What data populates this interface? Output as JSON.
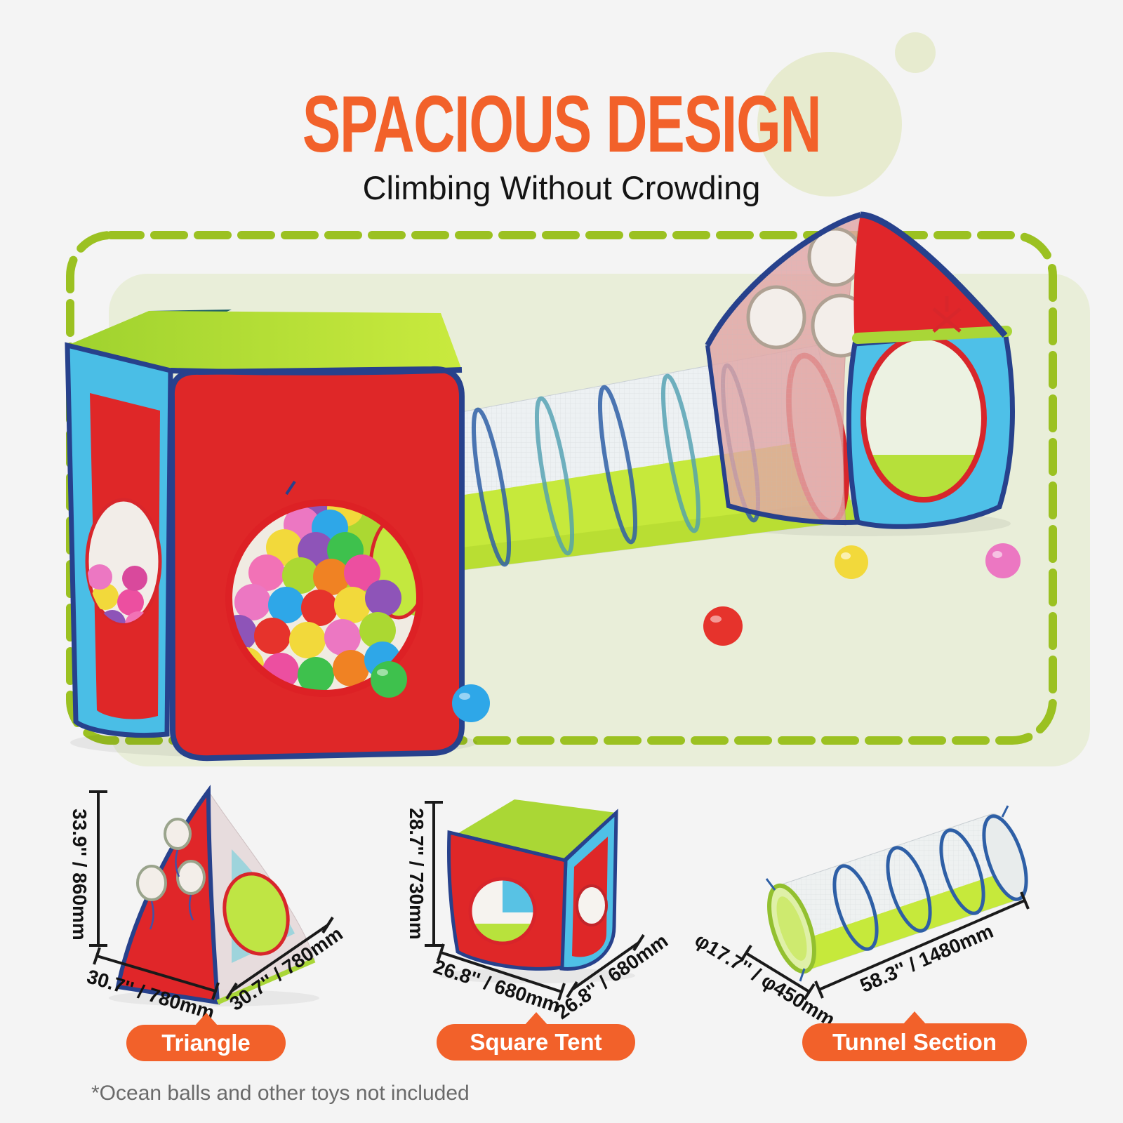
{
  "header": {
    "title": "SPACIOUS DESIGN",
    "subtitle": "Climbing Without Crowding"
  },
  "footnote": "*Ocean balls and other toys not included",
  "colors": {
    "accent_orange": "#F2612A",
    "dash_green": "#9BC121",
    "panel_green": "#E9EED9",
    "page_bg": "#F4F4F4"
  },
  "specs": {
    "triangle": {
      "label": "Triangle",
      "height": "33.9'' / 860mm",
      "base_front": "30.7'' / 780mm",
      "base_side": "30.7'' / 780mm"
    },
    "square": {
      "label": "Square Tent",
      "height": "28.7'' / 730mm",
      "base_front": "26.8'' / 680mm",
      "base_side": "26.8'' / 680mm"
    },
    "tunnel": {
      "label": "Tunnel Section",
      "diameter": "φ17.7'' / φ450mm",
      "length": "58.3'' / 1480mm"
    }
  }
}
